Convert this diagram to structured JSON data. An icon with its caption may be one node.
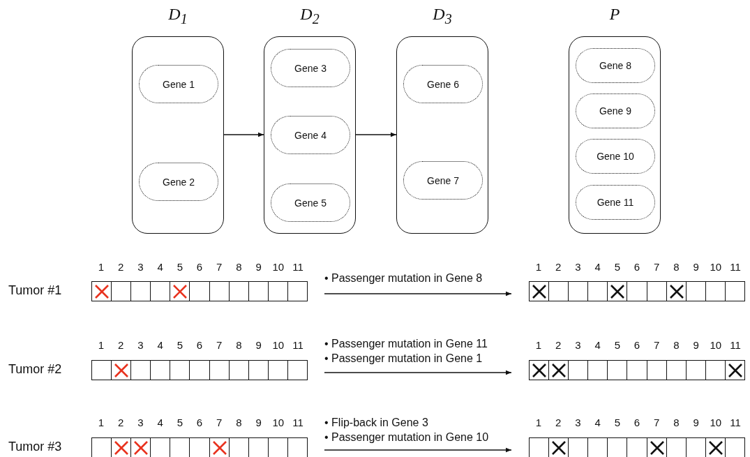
{
  "diagram": {
    "nodes": [
      {
        "text": [
          "D$_{1}$"
        ]
      },
      {
        "text": [
          "Gene 1"
        ],
        "in": 0
      },
      {
        "text": [
          "Gene 2"
        ],
        "in": 0
      },
      {
        "text": [
          "D$_{2}$"
        ]
      },
      {
        "text": [
          "Gene 3"
        ],
        "in": 3
      },
      {
        "text": [
          "Gene 4"
        ],
        "in": 3
      },
      {
        "text": [
          "Gene 5"
        ],
        "in": 3
      },
      {
        "text": [
          "D$_{3}$"
        ]
      },
      {
        "text": [
          "Gene 6"
        ],
        "in": 7
      },
      {
        "text": [
          "Gene 7"
        ],
        "in": 7
      },
      {
        "text": [
          "P"
        ]
      },
      {
        "text": [
          "Gene 8"
        ],
        "in": 10
      },
      {
        "text": [
          "Gene 9"
        ],
        "in": 10
      },
      {
        "text": [
          "Gene 10"
        ],
        "in": 10
      },
      {
        "text": [
          "Gene 11"
        ],
        "in": 10
      },
      {
        "text": [],
        "shape": "bar",
        "beside": [
          "Tumor #1"
        ]
      },
      {
        "text": [],
        "shape": "bar"
      },
      {
        "text": [],
        "shape": "bar",
        "beside": [
          "Tumor #2"
        ]
      },
      {
        "text": [],
        "shape": "bar"
      },
      {
        "text": [],
        "shape": "bar",
        "beside": [
          "Tumor #3"
        ]
      },
      {
        "text": [],
        "shape": "bar"
      }
    ],
    "edges": [
      {
        "from": 0,
        "to": 3,
        "arrow": "to"
      },
      {
        "from": 3,
        "to": 7,
        "arrow": "to"
      },
      {
        "from": 15,
        "to": 16,
        "arrow": "to"
      },
      {
        "from": 17,
        "to": 18,
        "arrow": "to"
      },
      {
        "from": 19,
        "to": 20,
        "arrow": "to"
      }
    ],
    "labels": [
      "1",
      "2",
      "3",
      "4",
      "5",
      "6",
      "7",
      "8",
      "9",
      "10",
      "11",
      "• Passenger mutation in Gene 8",
      "1",
      "2",
      "3",
      "4",
      "5",
      "6",
      "7",
      "8",
      "9",
      "10",
      "11",
      "1",
      "2",
      "3",
      "4",
      "5",
      "6",
      "7",
      "8",
      "9",
      "10",
      "11",
      "• Passenger mutation in Gene 11",
      "• Passenger mutation in Gene 1",
      "1",
      "2",
      "3",
      "4",
      "5",
      "6",
      "7",
      "8",
      "9",
      "10",
      "11",
      "1",
      "2",
      "3",
      "4",
      "5",
      "6",
      "7",
      "8",
      "9",
      "10",
      "11",
      "• Flip-back in Gene 3",
      "• Passenger mutation in Gene 10",
      "1",
      "2",
      "3",
      "4",
      "5",
      "6",
      "7",
      "8",
      "9",
      "10",
      "11"
    ]
  }
}
